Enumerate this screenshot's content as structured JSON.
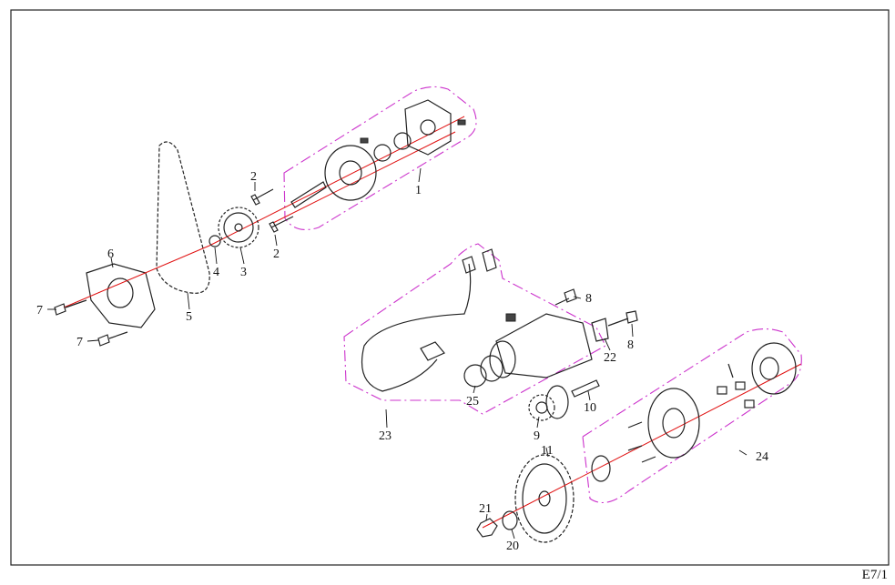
{
  "page_code": "E7/1",
  "callouts": [
    "1",
    "2",
    "2",
    "3",
    "4",
    "5",
    "6",
    "7",
    "7",
    "8",
    "8",
    "9",
    "10",
    "11",
    "20",
    "21",
    "22",
    "23",
    "24",
    "25"
  ],
  "colors": {
    "group_outline": "#cc33cc",
    "axis_line": "#e01010",
    "ink": "#222222"
  }
}
